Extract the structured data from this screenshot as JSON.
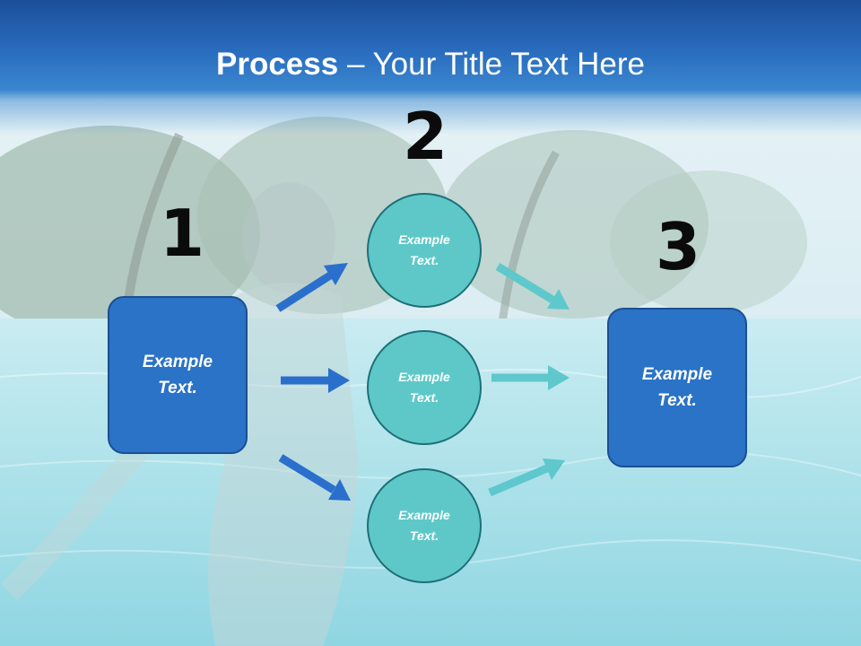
{
  "title": {
    "bold": "Process",
    "rest": " – Your Title Text Here"
  },
  "steps": [
    {
      "number": "1"
    },
    {
      "number": "2"
    },
    {
      "number": "3"
    }
  ],
  "left_box": {
    "text": "Example\nText."
  },
  "right_box": {
    "text": "Example\nText."
  },
  "circles": [
    {
      "text": "Example\nText."
    },
    {
      "text": "Example\nText."
    },
    {
      "text": "Example\nText."
    }
  ],
  "colors": {
    "title_bar": "#2a6ec0",
    "box_fill": "#2a73c6",
    "circle_fill": "#5ec8c8",
    "arrow_blue": "#2a6fcc",
    "arrow_teal": "#5ec8cc"
  },
  "background": "tropical-pool-photo"
}
